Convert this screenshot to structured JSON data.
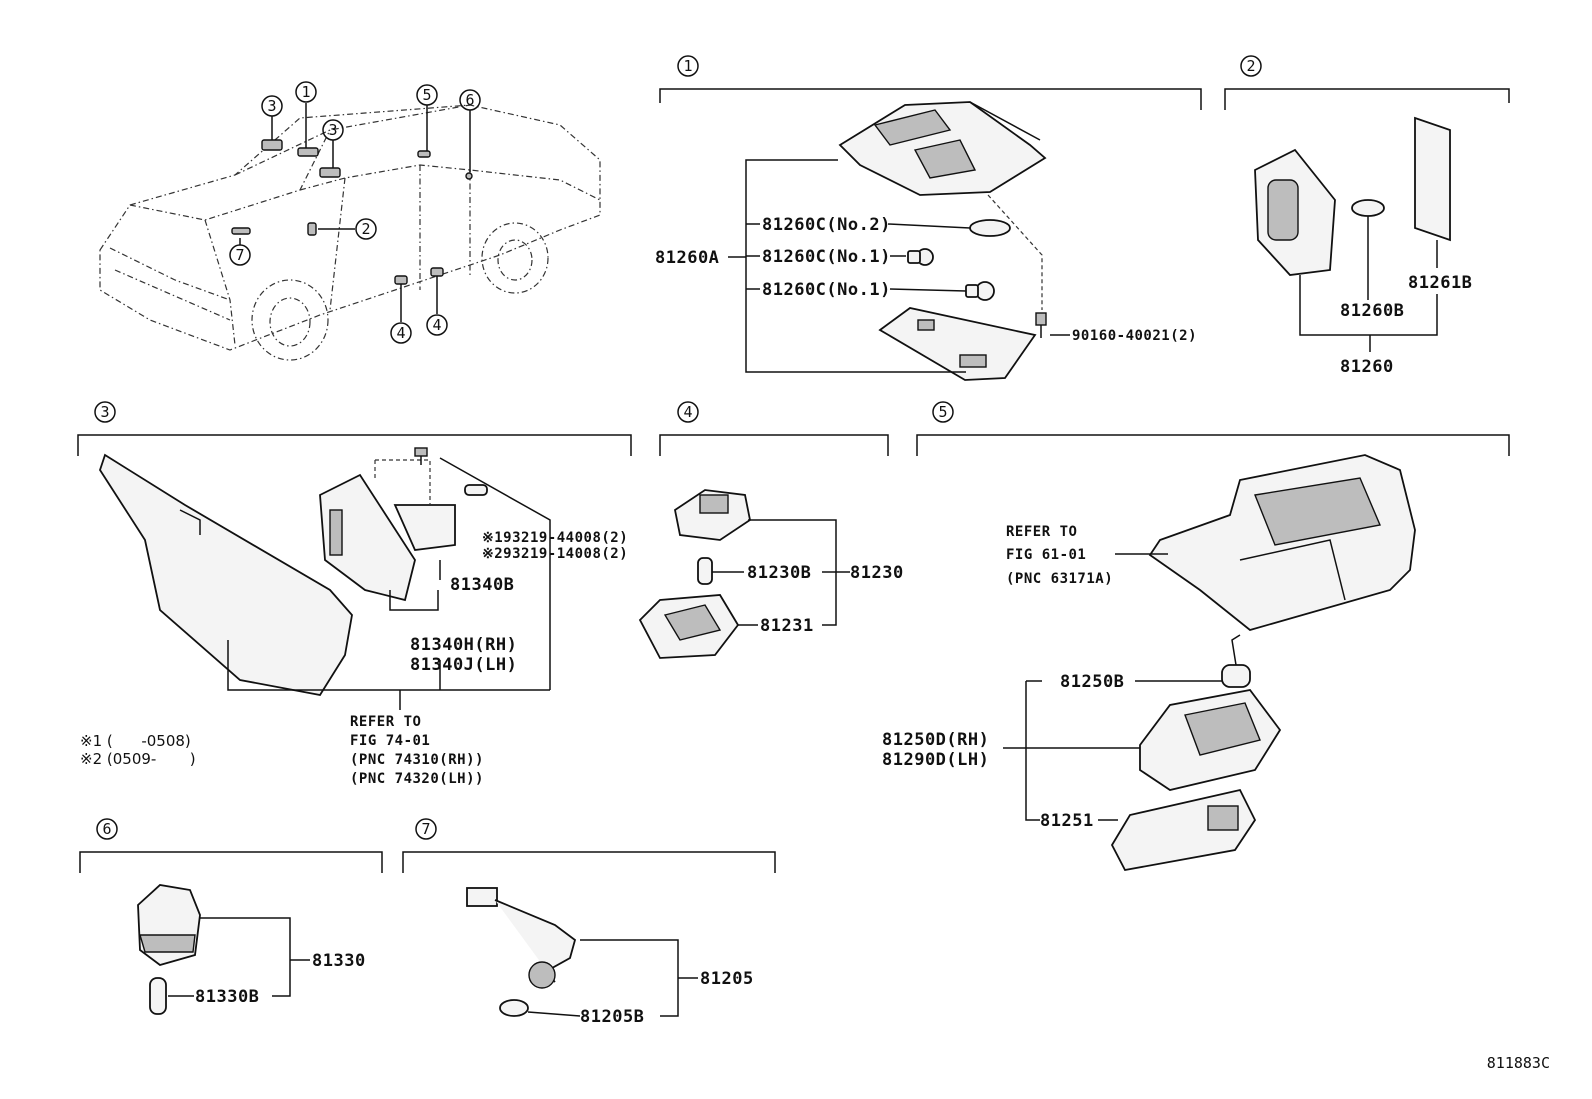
{
  "diagram_id": "811883C",
  "callouts": [
    "1",
    "2",
    "3",
    "4",
    "5",
    "6",
    "7"
  ],
  "section1": {
    "num": "1",
    "labels": {
      "assy": "81260A",
      "bulb_no2": "81260C(No.2)",
      "bulb_no1_a": "81260C(No.1)",
      "bulb_no1_b": "81260C(No.1)",
      "screw": "90160-40021(2)"
    }
  },
  "section2": {
    "num": "2",
    "labels": {
      "cover": "81261B",
      "bulb": "81260B",
      "assy": "81260"
    }
  },
  "section3": {
    "num": "3",
    "labels": {
      "screw1": "※193219-44008(2)",
      "screw2": "※293219-14008(2)",
      "bulb": "81340B",
      "rh": "81340H(RH)",
      "lh": "81340J(LH)"
    },
    "refer": [
      "REFER TO",
      "FIG 74-01",
      "(PNC 74310(RH))",
      "(PNC 74320(LH))"
    ],
    "notes": [
      "※1 (      -0508)",
      "※2 (0509-       )"
    ]
  },
  "section4": {
    "num": "4",
    "labels": {
      "bulb": "81230B",
      "assy": "81230",
      "lens": "81231"
    }
  },
  "section5": {
    "num": "5",
    "refer": [
      "REFER TO",
      "FIG 61-01",
      "(PNC 63171A)"
    ],
    "labels": {
      "bulb": "81250B",
      "rh": "81250D(RH)",
      "lh": "81290D(LH)",
      "lens": "81251"
    }
  },
  "section6": {
    "num": "6",
    "labels": {
      "assy": "81330",
      "bulb": "81330B"
    }
  },
  "section7": {
    "num": "7",
    "labels": {
      "assy": "81205",
      "bulb": "81205B"
    }
  }
}
